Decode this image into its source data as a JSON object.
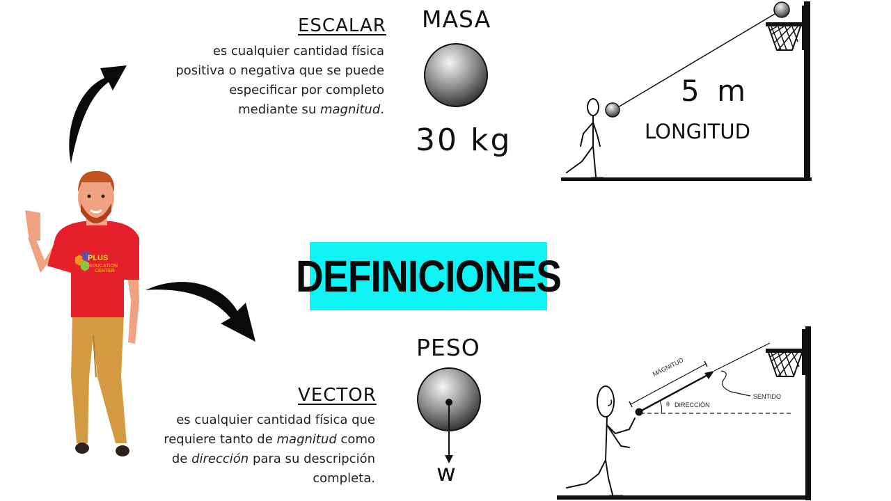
{
  "banner": {
    "title": "DEFINICIONES",
    "bg_color": "#0ff3f6"
  },
  "scalar": {
    "term": "ESCALAR",
    "def_lines": [
      "es cualquier cantidad física",
      "positiva o negativa que se puede",
      "especificar por completo",
      "mediante su"
    ],
    "def_emph": "magnitud",
    "def_end": ".",
    "example_label": "MASA",
    "example_value": "30 kg",
    "length_value": "5 m",
    "length_label": "LONGITUD"
  },
  "vector": {
    "term": "VECTOR",
    "line1": "es cualquier cantidad física que",
    "line2_pre": "requiere tanto de",
    "line2_emph": "magnitud",
    "line2_post": "como",
    "line3_pre": "de",
    "line3_emph": "dirección",
    "line3_post": "para su descripción",
    "line4": "completa.",
    "example_label": "PESO",
    "weight_symbol": "w",
    "diagram_labels": {
      "magnitude": "MAGNITUD",
      "direction": "DIRECCIÓN",
      "sense": "SENTIDO",
      "angle": "θ"
    }
  },
  "presenter": {
    "shirt_logo": [
      "PLUS",
      "EDUCATION",
      "CENTER"
    ]
  },
  "icons": [
    "curved-arrow-up-icon",
    "curved-arrow-right-icon",
    "basketball-hoop-icon",
    "stick-figure-icon",
    "ball-icon"
  ]
}
